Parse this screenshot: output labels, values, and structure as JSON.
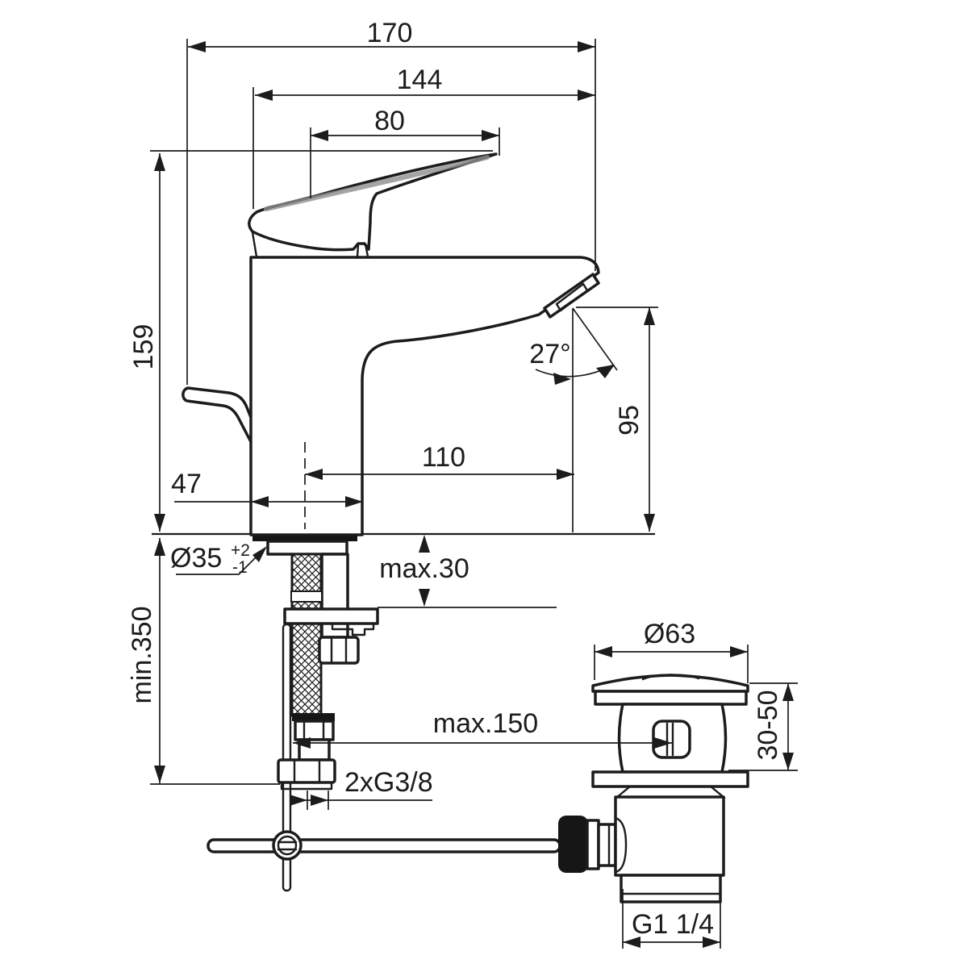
{
  "colors": {
    "line": "#1c1c1c",
    "background": "#ffffff",
    "shade": "#8d8d8d"
  },
  "dims": {
    "overall_depth": "170",
    "spout_depth": "144",
    "handle_depth": "80",
    "body_height": "159",
    "hose_min_length": "min.350",
    "body_depth": "47",
    "mounting_hole": "Ø35",
    "mounting_hole_tol_upper": "+2",
    "mounting_hole_tol_lower": "-1",
    "deck_max_thickness": "max.30",
    "spout_reach": "110",
    "spout_angle": "27°",
    "spout_height": "95",
    "tap_to_waste_max": "max.150",
    "supply_connections": "2xG3/8",
    "waste_cap_diameter": "Ø63",
    "waste_clamp_range": "30-50",
    "waste_outlet_thread": "G1 1/4"
  }
}
